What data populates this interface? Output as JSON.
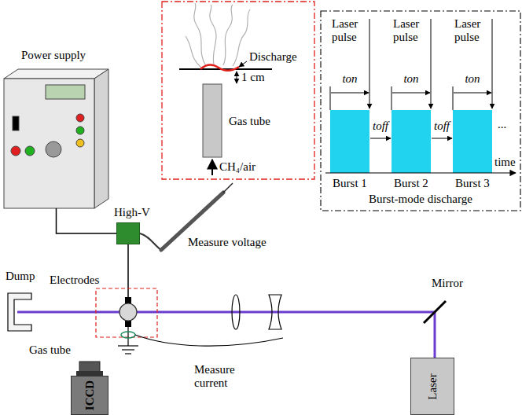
{
  "diagram": {
    "nodes": [
      {
        "text": [
          "Power supply"
        ]
      },
      {
        "text": [
          "High-V"
        ]
      },
      {
        "text": [
          "Laser"
        ]
      },
      {
        "text": [
          "ICCD"
        ]
      }
    ],
    "edges": [
      {
        "from": 0,
        "to": 1,
        "arrow": "none"
      }
    ],
    "labels": [
      "Discharge",
      "1 cm",
      "Gas tube",
      "CH₄/air",
      "Laser pulse",
      "Laser pulse",
      "Laser pulse",
      "ton",
      "ton",
      "ton",
      "toff",
      "toff",
      "...",
      "time",
      "Burst 1",
      "Burst 2",
      "Burst 3",
      "Burst-mode discharge",
      "Measure voltage",
      "Electrodes",
      "Dump",
      "Mirror",
      "Gas tube",
      "Measure current"
    ]
  }
}
